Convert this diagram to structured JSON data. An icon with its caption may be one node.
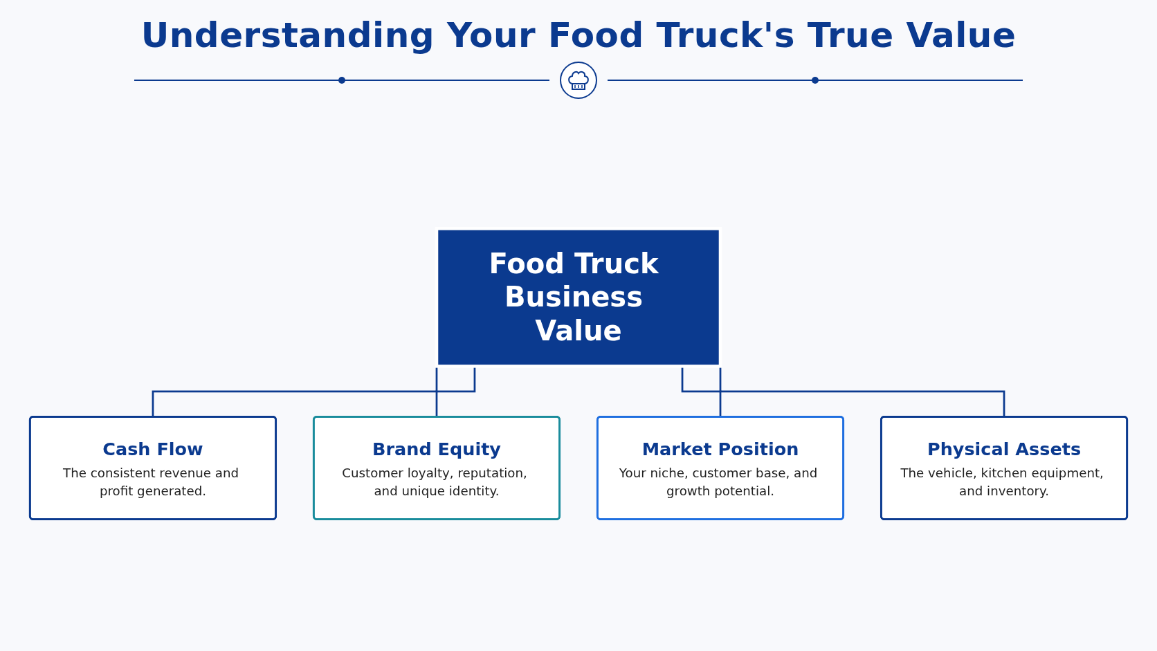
{
  "diagram": {
    "title": "Understanding Your Food Truck's True Value",
    "nodes": [
      {
        "text": [
          "Food Truck Business Value"
        ]
      },
      {
        "text": [
          "Cash Flow",
          "The consistent revenue and profit generated."
        ]
      },
      {
        "text": [
          "Brand Equity",
          "Customer loyalty, reputation, and unique identity."
        ]
      },
      {
        "text": [
          "Market Position",
          "Your niche, customer base, and growth potential."
        ]
      },
      {
        "text": [
          "Physical Assets",
          "The vehicle, kitchen equipment, and inventory."
        ]
      }
    ],
    "edges": [
      {
        "from": 0,
        "to": 1,
        "arrow": "none"
      },
      {
        "from": 0,
        "to": 2,
        "arrow": "none"
      },
      {
        "from": 0,
        "to": 3,
        "arrow": "none"
      },
      {
        "from": 0,
        "to": 4,
        "arrow": "none"
      }
    ]
  }
}
